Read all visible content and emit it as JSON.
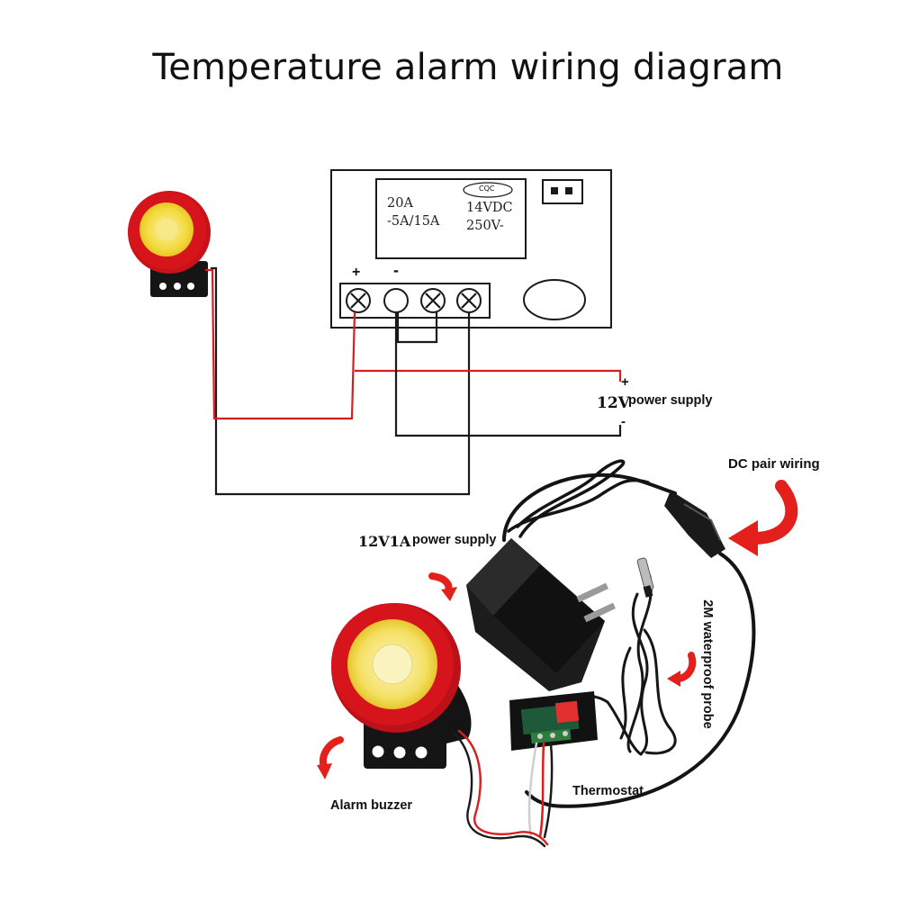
{
  "title": "Temperature alarm wiring diagram",
  "relay": {
    "brand": "CQC",
    "rating_left_1": "20A",
    "rating_left_2": "-5A/15A",
    "rating_right_1": "14VDC",
    "rating_right_2": "250V-"
  },
  "terminals": {
    "plus": "+",
    "minus": "-"
  },
  "supply_schematic": {
    "plus": "+",
    "voltage": "12V",
    "label": "power  supply",
    "minus": "-"
  },
  "photo_labels": {
    "dc_pair": "DC pair wiring",
    "adapter_volt": "12V1A",
    "adapter_label": "power supply",
    "probe": "2M waterproof probe",
    "thermostat": "Thermostat",
    "buzzer": "Alarm buzzer"
  },
  "colors": {
    "wire_red": "#d81e1e",
    "wire_black": "#1a1a1a",
    "buzzer_red": "#d6141c",
    "buzzer_yellow": "#f3dc45",
    "arrow_red": "#e3201b"
  }
}
